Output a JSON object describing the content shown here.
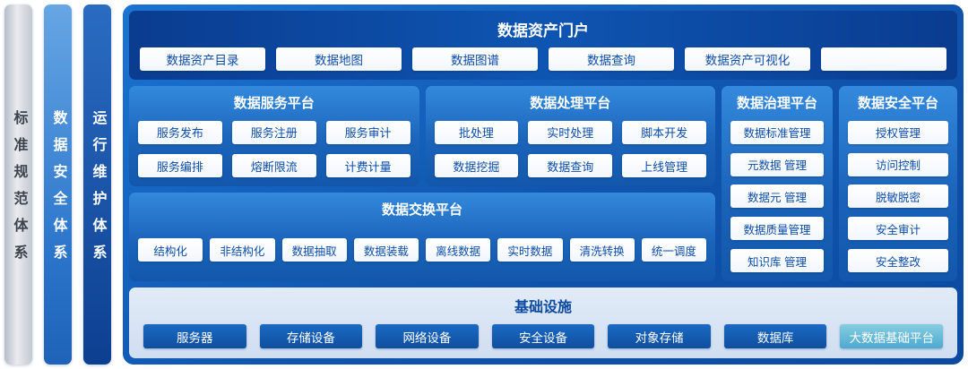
{
  "pillars": [
    {
      "label": "标准规范体系"
    },
    {
      "label": "数据安全体系"
    },
    {
      "label": "运行维护体系"
    }
  ],
  "portal": {
    "title": "数据资产门户",
    "items": [
      "数据资产目录",
      "数据地图",
      "数据图谱",
      "数据查询",
      "数据资产可视化",
      ""
    ]
  },
  "service_platform": {
    "title": "数据服务平台",
    "items": [
      "服务发布",
      "服务注册",
      "服务审计",
      "服务编排",
      "熔断限流",
      "计费计量"
    ]
  },
  "processing_platform": {
    "title": "数据处理平台",
    "items": [
      "批处理",
      "实时处理",
      "脚本开发",
      "数据挖掘",
      "数据查询",
      "上线管理"
    ]
  },
  "governance_platform": {
    "title": "数据治理平台",
    "items": [
      "数据标准管理",
      "元数据 管理",
      "数据元 管理",
      "数据质量管理",
      "知识库 管理"
    ]
  },
  "security_platform": {
    "title": "数据安全平台",
    "items": [
      "授权管理",
      "访问控制",
      "脱敏脱密",
      "安全审计",
      "安全整改"
    ]
  },
  "exchange_platform": {
    "title": "数据交换平台",
    "items": [
      "结构化",
      "非结构化",
      "数据抽取",
      "数据装载",
      "离线数据",
      "实时数据",
      "清洗转换",
      "统一调度"
    ]
  },
  "infrastructure": {
    "title": "基础设施",
    "items": [
      "服务器",
      "存储设备",
      "网络设备",
      "安全设备",
      "对象存储",
      "数据库",
      "大数据基础平台"
    ]
  },
  "colors": {
    "container_blue": "#0f54ae",
    "portal_dark_blue": "#0a3c90",
    "panel_blue": "#1b64ba",
    "white_box_text": "#0d4da8",
    "infra_background": "#d6e3f3",
    "infra_button_blue": "#11559f",
    "infra_button_highlight": "#5db3d6",
    "pillar_gray": "#c9ced6",
    "pillar_blue": "#2a74ca",
    "pillar_dark_blue": "#0d3f90"
  }
}
